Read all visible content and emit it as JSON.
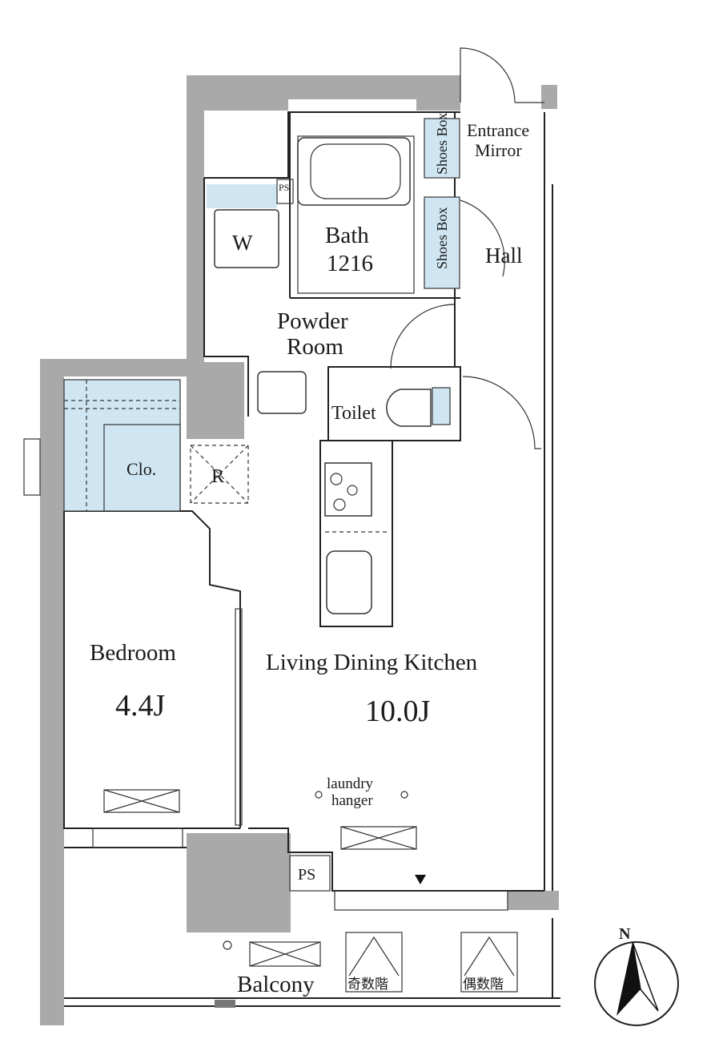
{
  "rooms": {
    "entrance": "Entrance",
    "mirror": "Mirror",
    "shoes_box_1": "Shoes Box",
    "shoes_box_2": "Shoes Box",
    "hall": "Hall",
    "ps_top": "PS",
    "washer": "W",
    "bath": "Bath",
    "bath_size": "1216",
    "powder_room_1": "Powder",
    "powder_room_2": "Room",
    "toilet": "Toilet",
    "closet": "Clo.",
    "refrigerator": "R",
    "bedroom": "Bedroom",
    "bedroom_size": "4.4J",
    "ldk": "Living Dining Kitchen",
    "ldk_size": "10.0J",
    "laundry_1": "laundry",
    "laundry_2": "hanger",
    "ps_bottom": "PS",
    "balcony": "Balcony",
    "odd_floors": "奇数階",
    "even_floors": "偶数階",
    "north": "N"
  },
  "colors": {
    "wall": "#a9a9a9",
    "storage": "#cfe6f2",
    "line": "#222222"
  }
}
